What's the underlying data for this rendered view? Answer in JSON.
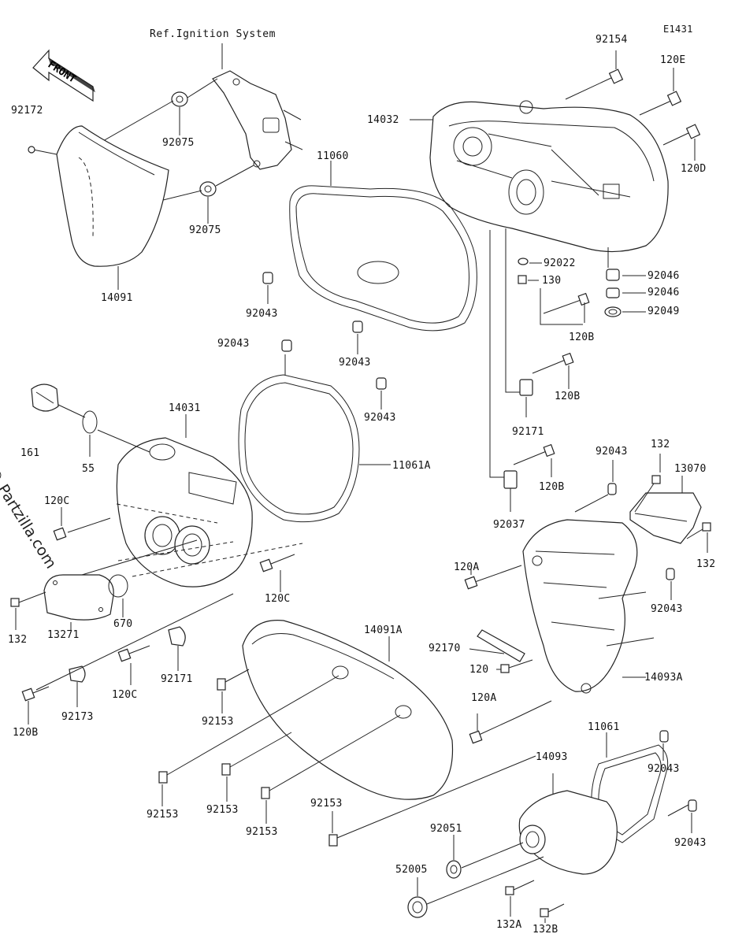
{
  "diagram": {
    "code": "E1431",
    "reference_note": "Ref.Ignition System",
    "direction_label": "FRONT",
    "watermark": "© Partzilla.com",
    "parts": [
      {
        "id": "p1",
        "label": "92154"
      },
      {
        "id": "p2",
        "label": "120E"
      },
      {
        "id": "p3",
        "label": "14032"
      },
      {
        "id": "p4",
        "label": "120D"
      },
      {
        "id": "p5",
        "label": "92172"
      },
      {
        "id": "p6",
        "label": "92075"
      },
      {
        "id": "p7",
        "label": "92075"
      },
      {
        "id": "p8",
        "label": "14091"
      },
      {
        "id": "p9",
        "label": "11060"
      },
      {
        "id": "p10",
        "label": "92022"
      },
      {
        "id": "p11",
        "label": "130"
      },
      {
        "id": "p12",
        "label": "92046"
      },
      {
        "id": "p13",
        "label": "92046"
      },
      {
        "id": "p14",
        "label": "92049"
      },
      {
        "id": "p15",
        "label": "92043"
      },
      {
        "id": "p16",
        "label": "120B"
      },
      {
        "id": "p17",
        "label": "92043"
      },
      {
        "id": "p18",
        "label": "92043"
      },
      {
        "id": "p19",
        "label": "92043"
      },
      {
        "id": "p20",
        "label": "120B"
      },
      {
        "id": "p21",
        "label": "14031"
      },
      {
        "id": "p22",
        "label": "161"
      },
      {
        "id": "p23",
        "label": "55"
      },
      {
        "id": "p24",
        "label": "92171"
      },
      {
        "id": "p25",
        "label": "11061A"
      },
      {
        "id": "p26",
        "label": "120C"
      },
      {
        "id": "p27",
        "label": "92043"
      },
      {
        "id": "p28",
        "label": "132"
      },
      {
        "id": "p29",
        "label": "13070"
      },
      {
        "id": "p30",
        "label": "120B"
      },
      {
        "id": "p31",
        "label": "92037"
      },
      {
        "id": "p32",
        "label": "120C"
      },
      {
        "id": "p33",
        "label": "132"
      },
      {
        "id": "p34",
        "label": "120A"
      },
      {
        "id": "p35",
        "label": "92043"
      },
      {
        "id": "p36",
        "label": "132"
      },
      {
        "id": "p37",
        "label": "13271"
      },
      {
        "id": "p38",
        "label": "670"
      },
      {
        "id": "p39",
        "label": "14091A"
      },
      {
        "id": "p40",
        "label": "92170"
      },
      {
        "id": "p41",
        "label": "120"
      },
      {
        "id": "p42",
        "label": "14093A"
      },
      {
        "id": "p43",
        "label": "120C"
      },
      {
        "id": "p44",
        "label": "92171"
      },
      {
        "id": "p45",
        "label": "120B"
      },
      {
        "id": "p46",
        "label": "92173"
      },
      {
        "id": "p47",
        "label": "92153"
      },
      {
        "id": "p48",
        "label": "120A"
      },
      {
        "id": "p49",
        "label": "11061"
      },
      {
        "id": "p50",
        "label": "14093"
      },
      {
        "id": "p51",
        "label": "92043"
      },
      {
        "id": "p52",
        "label": "92153"
      },
      {
        "id": "p53",
        "label": "92153"
      },
      {
        "id": "p54",
        "label": "92153"
      },
      {
        "id": "p55",
        "label": "92153"
      },
      {
        "id": "p56",
        "label": "92051"
      },
      {
        "id": "p57",
        "label": "92043"
      },
      {
        "id": "p58",
        "label": "52005"
      },
      {
        "id": "p59",
        "label": "132A"
      },
      {
        "id": "p60",
        "label": "132B"
      }
    ]
  }
}
